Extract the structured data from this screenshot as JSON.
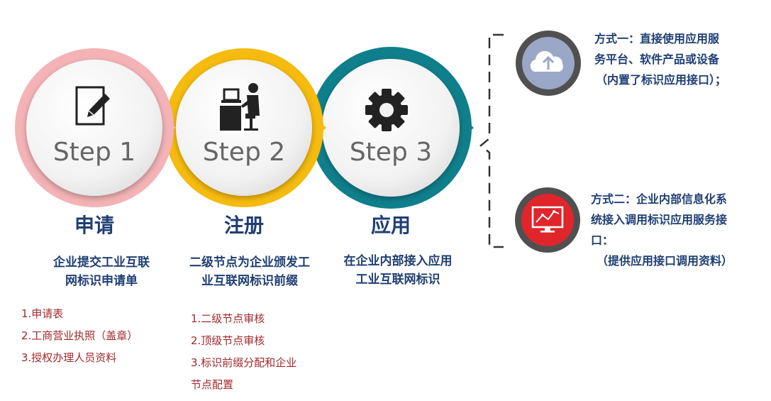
{
  "steps": [
    {
      "id": "step-1",
      "badge": "Step 1",
      "icon": "edit-document-icon",
      "ring_color": "#f4b3b6",
      "title": "申请",
      "desc_lines": [
        "企业提交工业互联",
        "网标识申请单"
      ],
      "items": [
        "1.申请表",
        "2.工商营业执照（盖章）",
        "3.授权办理人员资料"
      ]
    },
    {
      "id": "step-2",
      "badge": "Step 2",
      "icon": "person-at-computer-icon",
      "ring_color": "#f5bb0f",
      "title": "注册",
      "desc_lines": [
        "二级节点为企业颁发工",
        "业互联网标识前缀"
      ],
      "items": [
        "1.二级节点审核",
        "2.顶级节点审核",
        "3.标识前缀分配和企业",
        "节点配置"
      ]
    },
    {
      "id": "step-3",
      "badge": "Step 3",
      "icon": "gear-icon",
      "ring_color": "#0f7f8c",
      "title": "应用",
      "desc_lines": [
        "在企业内部接入应用",
        "工业互联网标识"
      ]
    }
  ],
  "methods": [
    {
      "id": "method-1",
      "icon": "cloud-upload-icon",
      "icon_color": "#9aa7c7",
      "lines": [
        "方式一：直接使用应用服",
        "务平台、软件产品或设备",
        "（内置了标识应用接口）；"
      ]
    },
    {
      "id": "method-2",
      "icon": "monitor-chart-icon",
      "icon_color": "#e0262b",
      "lines": [
        "方式二：企业内部信息化系",
        "统接入调用标识应用服务接",
        "口：",
        "（提供应用接口调用资料）"
      ]
    }
  ],
  "colors": {
    "label_blue": "#1f3f73",
    "list_red": "#a3282c",
    "badge_gray": "#666666",
    "method_ring": "#505050"
  }
}
